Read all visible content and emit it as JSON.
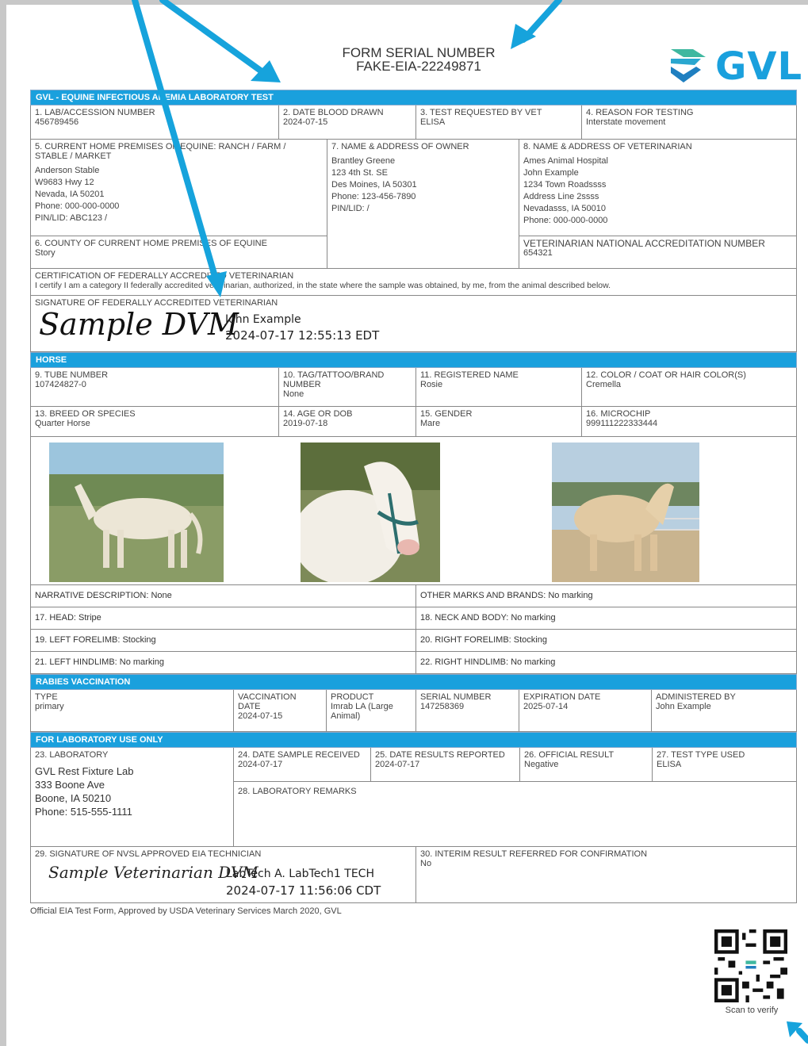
{
  "header": {
    "title_line1": "FORM SERIAL NUMBER",
    "title_line2": "FAKE-EIA-22249871",
    "logo_text": "GVL"
  },
  "section1": {
    "band": "GVL - EQUINE INFECTIOUS ANEMIA LABORATORY TEST",
    "f1_label": "1. LAB/ACCESSION NUMBER",
    "f1_value": "456789456",
    "f2_label": "2. DATE BLOOD DRAWN",
    "f2_value": "2024-07-15",
    "f3_label": "3. TEST REQUESTED BY VET",
    "f3_value": "ELISA",
    "f4_label": "4. REASON FOR TESTING",
    "f4_value": "Interstate movement",
    "f5_label": "5. CURRENT HOME PREMISES OF EQUINE: RANCH / FARM / STABLE / MARKET",
    "f5_lines": [
      "Anderson Stable",
      "W9683 Hwy 12",
      "Nevada, IA 50201",
      "Phone: 000-000-0000",
      "PIN/LID: ABC123 /"
    ],
    "f7_label": "7. NAME & ADDRESS OF OWNER",
    "f7_lines": [
      "Brantley Greene",
      "123 4th St. SE",
      "Des Moines, IA 50301",
      "Phone: 123-456-7890",
      "PIN/LID: /"
    ],
    "f8_label": "8. NAME & ADDRESS OF VETERINARIAN",
    "f8_lines": [
      "Ames Animal Hospital",
      "John Example",
      "1234 Town Roadssss",
      "Address Line 2ssss",
      "Nevadasss, IA 50010",
      "Phone: 000-000-0000"
    ],
    "f6_label": "6. COUNTY OF CURRENT HOME PREMISES OF EQUINE",
    "f6_value": "Story",
    "nat_label": "VETERINARIAN NATIONAL ACCREDITATION NUMBER",
    "nat_value": "654321",
    "cert_label": "CERTIFICATION OF FEDERALLY ACCREDITED VETERINARIAN",
    "cert_text": "I certify I am a category II federally accredited veterinarian, authorized, in the state where the sample was obtained, by me, from the animal described below.",
    "sig_label": "SIGNATURE OF FEDERALLY ACCREDITED VETERINARIAN",
    "sig_script": "Sample DVM",
    "sig_name": "John Example",
    "sig_time": "2024-07-17 12:55:13 EDT"
  },
  "horse": {
    "band": "HORSE",
    "f9_label": "9. TUBE NUMBER",
    "f9_value": "107424827-0",
    "f10_label": "10. TAG/TATTOO/BRAND NUMBER",
    "f10_value": "None",
    "f11_label": "11. REGISTERED NAME",
    "f11_value": "Rosie",
    "f12_label": "12. COLOR / COAT OR HAIR COLOR(S)",
    "f12_value": "Cremella",
    "f13_label": "13. BREED OR SPECIES",
    "f13_value": "Quarter Horse",
    "f14_label": "14. AGE OR DOB",
    "f14_value": "2019-07-18",
    "f15_label": "15. GENDER",
    "f15_value": "Mare",
    "f16_label": "16. MICROCHIP",
    "f16_value": "999111222333444",
    "narr": "NARRATIVE DESCRIPTION:  None",
    "other": "OTHER MARKS AND BRANDS:  No marking",
    "f17": "17. HEAD:  Stripe",
    "f18": "18. NECK AND BODY:  No marking",
    "f19": "19. LEFT FORELIMB:  Stocking",
    "f20": "20. RIGHT FORELIMB:  Stocking",
    "f21": "21. LEFT HINDLIMB:  No marking",
    "f22": "22. RIGHT HINDLIMB:  No marking"
  },
  "rabies": {
    "band": "RABIES VACCINATION",
    "type_label": "TYPE",
    "type_value": "primary",
    "vdate_label": "VACCINATION DATE",
    "vdate_value": "2024-07-15",
    "product_label": "PRODUCT",
    "product_value": "Imrab LA (Large Animal)",
    "serial_label": "SERIAL NUMBER",
    "serial_value": "147258369",
    "exp_label": "EXPIRATION DATE",
    "exp_value": "2025-07-14",
    "admin_label": "ADMINISTERED BY",
    "admin_value": "John Example"
  },
  "lab": {
    "band": "FOR LABORATORY USE ONLY",
    "f23_label": "23. LABORATORY",
    "f23_lines": [
      "GVL Rest Fixture Lab",
      "333 Boone Ave",
      "Boone, IA 50210",
      "Phone: 515-555-1111"
    ],
    "f24_label": "24. DATE SAMPLE RECEIVED",
    "f24_value": "2024-07-17",
    "f25_label": "25. DATE RESULTS REPORTED",
    "f25_value": "2024-07-17",
    "f26_label": "26. OFFICIAL RESULT",
    "f26_value": "Negative",
    "f27_label": "27. TEST TYPE USED",
    "f27_value": "ELISA",
    "f28_label": "28. LABORATORY REMARKS",
    "f29_label": "29. SIGNATURE OF NVSL APPROVED EIA TECHNICIAN",
    "f29_script": "Sample Veterinarian DVM",
    "f29_name": "LabTech A. LabTech1 TECH",
    "f29_time": "2024-07-17 11:56:06 CDT",
    "f30_label": "30. INTERIM RESULT REFERRED FOR CONFIRMATION",
    "f30_value": "No"
  },
  "footer": {
    "note": "Official EIA Test Form, Approved by USDA Veterinary Services March 2020, GVL",
    "scan": "Scan to verify"
  },
  "colors": {
    "accent": "#1aa0dd",
    "arrow": "#16a3dc"
  },
  "icons": [
    "gvl-chevron-logo-icon",
    "qr-code-icon",
    "arrow-icon"
  ]
}
